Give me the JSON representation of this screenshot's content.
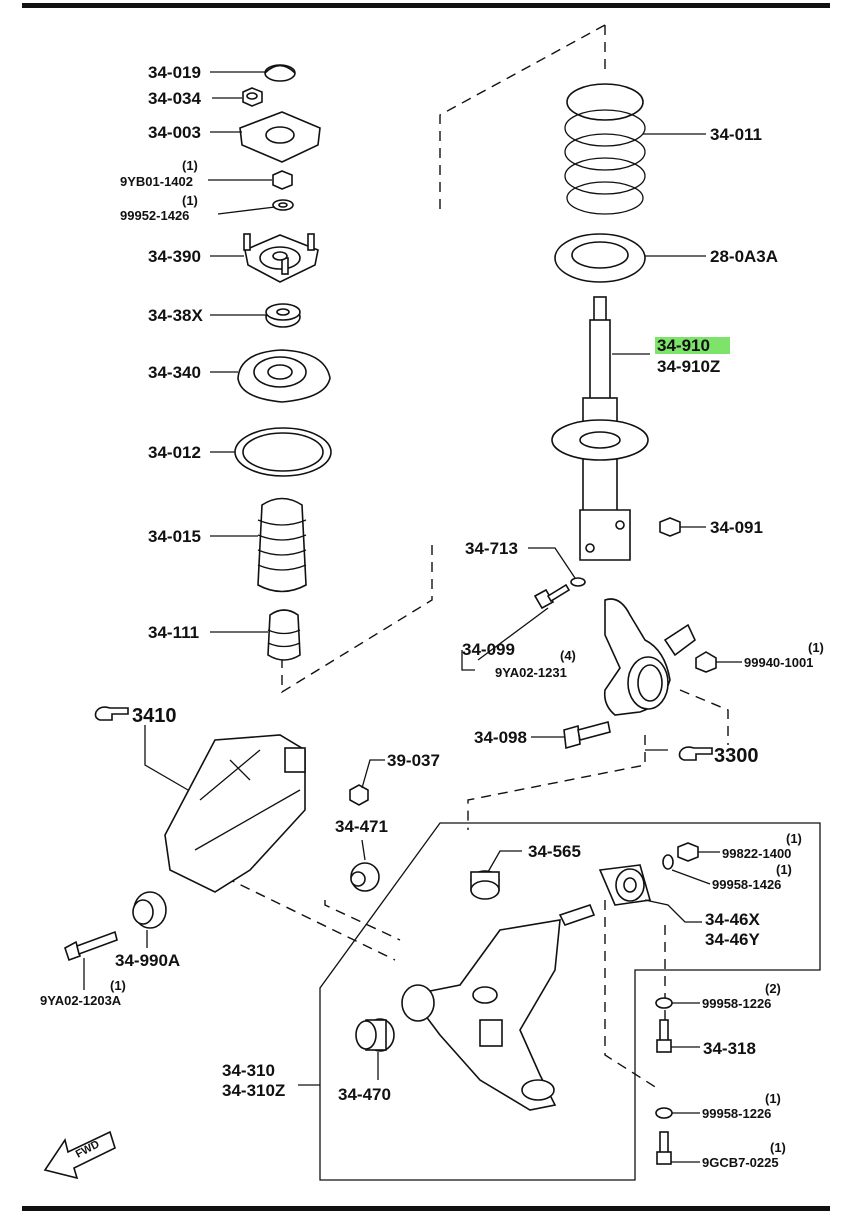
{
  "labels": {
    "p34_019": "34-019",
    "p34_034": "34-034",
    "p34_003": "34-003",
    "q_9yb01": "(1)",
    "p_9yb01": "9YB01-1402",
    "q_99952": "(1)",
    "p_99952": "99952-1426",
    "p34_390": "34-390",
    "p34_38x": "34-38X",
    "p34_340": "34-340",
    "p34_012": "34-012",
    "p34_015": "34-015",
    "p34_111": "34-111",
    "p34_011": "34-011",
    "p28_0a3a": "28-0A3A",
    "p34_910": "34-910",
    "p34_910z": "34-910Z",
    "p34_091": "34-091",
    "p34_713": "34-713",
    "p34_099": "34-099",
    "q_9ya02_1231": "(4)",
    "p_9ya02_1231": "9YA02-1231",
    "q_99940": "(1)",
    "p_99940": "99940-1001",
    "p34_098": "34-098",
    "ref3300": "3300",
    "ref3410": "3410",
    "p39_037": "39-037",
    "p34_471": "34-471",
    "p34_565": "34-565",
    "q_99822": "(1)",
    "p_99822": "99822-1400",
    "q_99958a": "(1)",
    "p_99958a": "99958-1426",
    "p34_46x": "34-46X",
    "p34_46y": "34-46Y",
    "p34_990a": "34-990A",
    "q_9ya02_1203": "(1)",
    "p_9ya02_1203": "9YA02-1203A",
    "q_99958b": "(2)",
    "p_99958b": "99958-1226",
    "p34_318": "34-318",
    "p34_310": "34-310",
    "p34_310z": "34-310Z",
    "p34_470": "34-470",
    "q_99958c": "(1)",
    "p_99958c": "99958-1226",
    "q_9gcb7": "(1)",
    "p_9gcb7": "9GCB7-0225",
    "fwd": "FWD"
  },
  "colors": {
    "highlight": "#7ee36a",
    "ink": "#111111"
  }
}
